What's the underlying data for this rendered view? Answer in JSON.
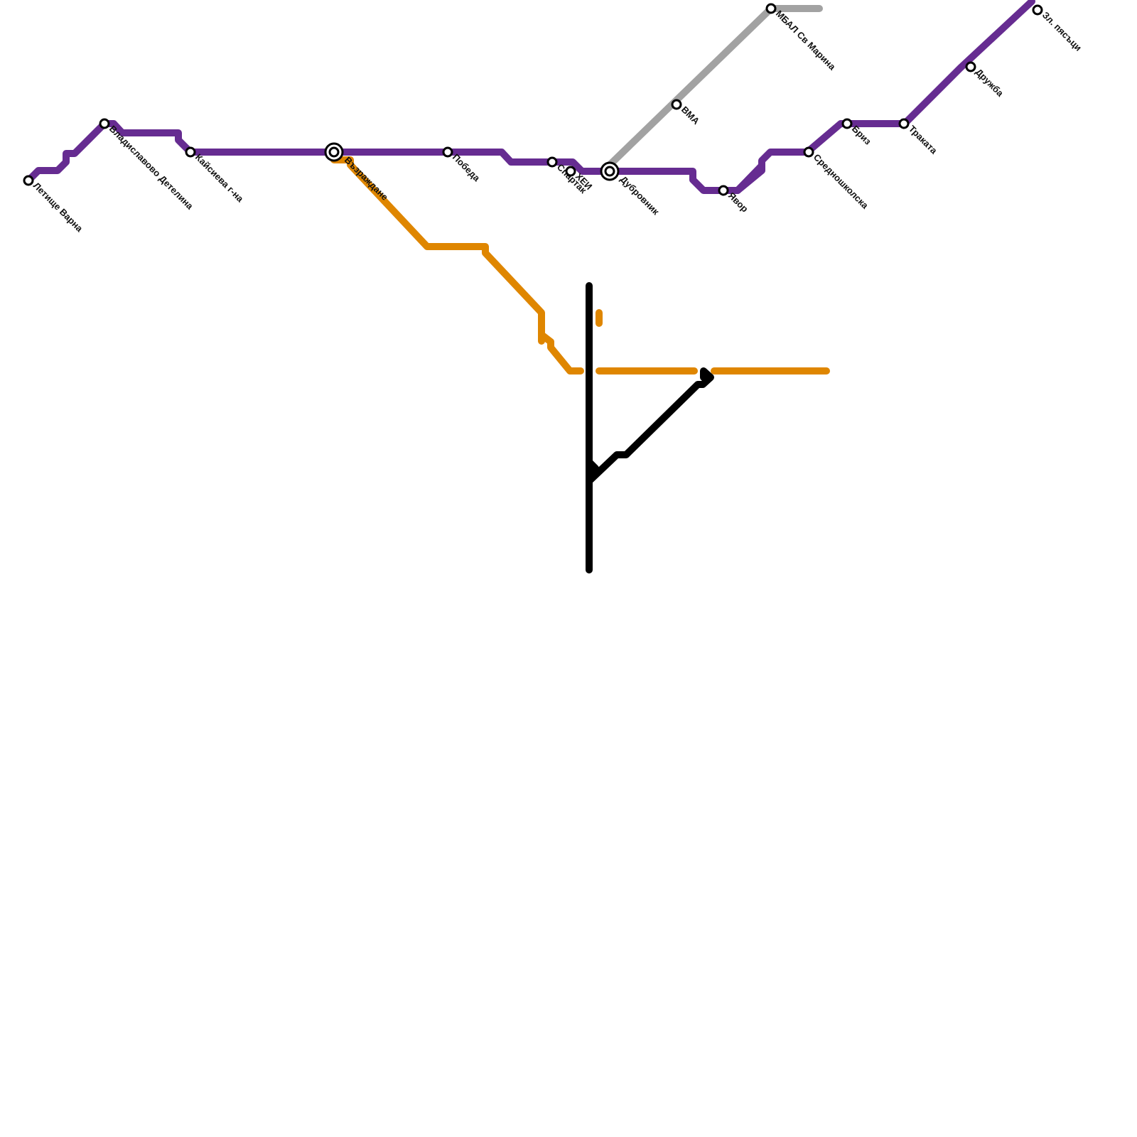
{
  "lines": [
    {
      "id": "purple",
      "color": "#662c91"
    },
    {
      "id": "orange",
      "color": "#df8600"
    },
    {
      "id": "gray",
      "color": "#a2a2a2"
    },
    {
      "id": "black",
      "color": "#000000"
    }
  ],
  "stations": [
    {
      "id": "letishte",
      "name": "Летище Варна",
      "type": "regular"
    },
    {
      "id": "vladislavovo",
      "name": "Владиславово Детелина",
      "type": "regular"
    },
    {
      "id": "kaysieva",
      "name": "Кайсиева г-на",
      "type": "regular"
    },
    {
      "id": "vazrazhdane",
      "name": "Възраждане",
      "type": "interchange"
    },
    {
      "id": "pobeda",
      "name": "Победа",
      "type": "regular"
    },
    {
      "id": "spartak",
      "name": "Спартак",
      "type": "regular"
    },
    {
      "id": "hei",
      "name": "ХЕИ",
      "type": "regular"
    },
    {
      "id": "dubrovnik",
      "name": "Дубровник",
      "type": "interchange"
    },
    {
      "id": "vma",
      "name": "ВМА",
      "type": "regular"
    },
    {
      "id": "mbal",
      "name": "МБАЛ Св Марина",
      "type": "regular"
    },
    {
      "id": "yavor",
      "name": "Явор",
      "type": "regular"
    },
    {
      "id": "sredno",
      "name": "Средношколска",
      "type": "regular"
    },
    {
      "id": "briz",
      "name": "Бриз",
      "type": "regular"
    },
    {
      "id": "trakata",
      "name": "Траката",
      "type": "regular"
    },
    {
      "id": "druzhba",
      "name": "Дружба",
      "type": "regular"
    },
    {
      "id": "zlpyasatsi",
      "name": "Зл. пясъци",
      "type": "regular"
    }
  ]
}
